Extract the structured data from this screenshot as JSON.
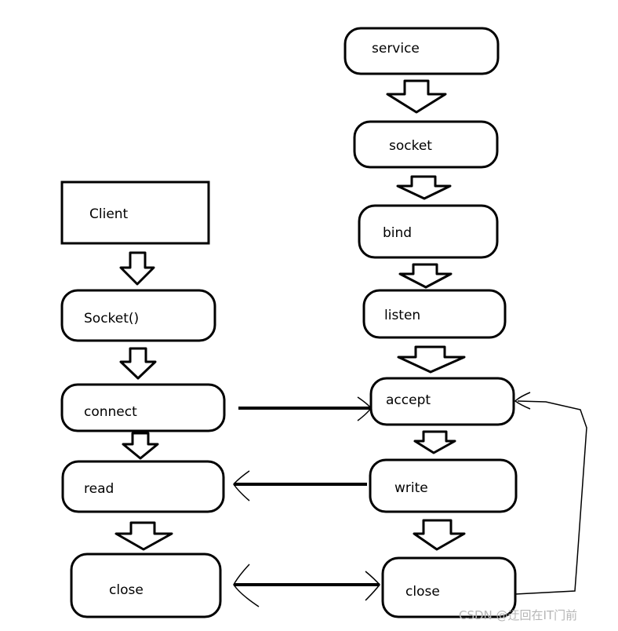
{
  "colors": {
    "stroke": "#000000",
    "background": "#ffffff",
    "watermark": "#b5b5b5"
  },
  "client": {
    "title": "Client",
    "socket": "Socket()",
    "connect": "connect",
    "read": "read",
    "close": "close"
  },
  "server": {
    "service": "service",
    "socket": "socket",
    "bind": "bind",
    "listen": "listen",
    "accept": "accept",
    "write": "write",
    "close": "close"
  },
  "watermark": "CSDN @迂回在IT门前"
}
